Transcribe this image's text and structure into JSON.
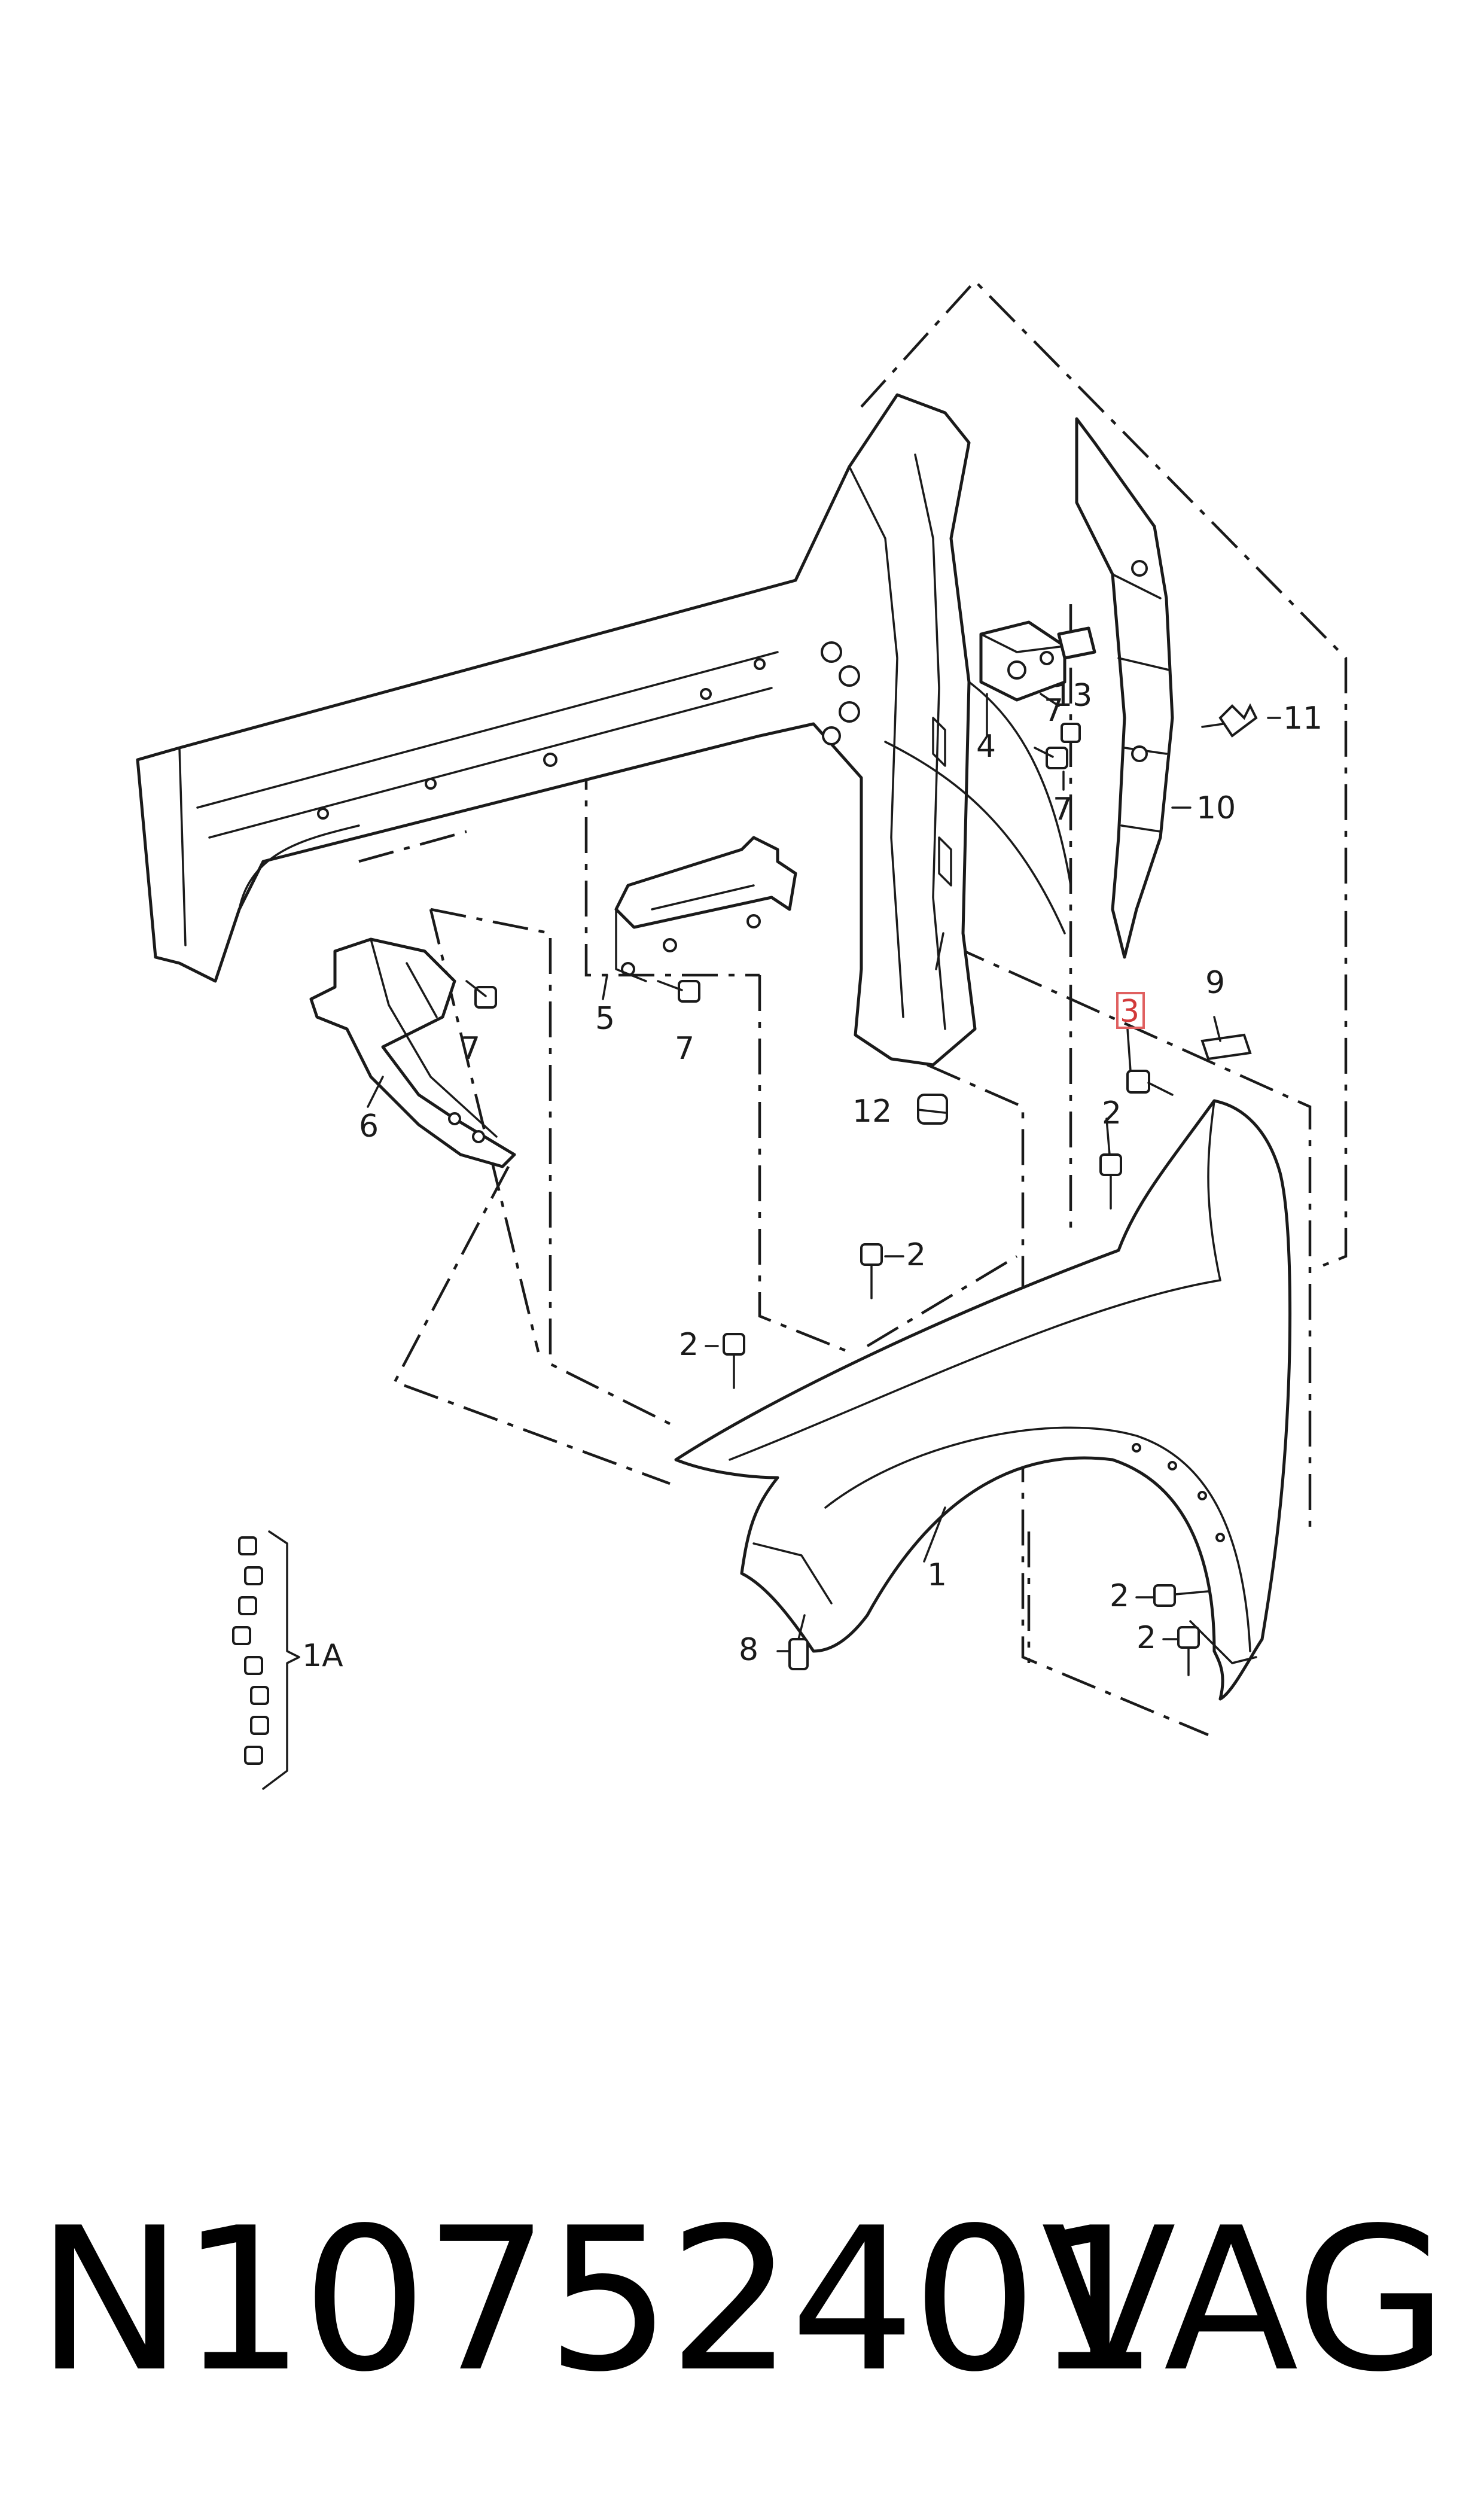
{
  "callouts": {
    "c1": "1",
    "c1a": "1A",
    "c2a": "2",
    "c2b": "2",
    "c2c": "2",
    "c2d": "2",
    "c2e": "2",
    "c3": "3",
    "c4": "4",
    "c5": "5",
    "c6": "6",
    "c7a": "7",
    "c7b": "7",
    "c7c": "7",
    "c7d": "7",
    "c8": "8",
    "c9": "9",
    "c10": "10",
    "c11": "11",
    "c12": "12",
    "c13": "13"
  },
  "highlighted_callout": "3",
  "footer": {
    "part_number": "N10752401",
    "brand": "VAG"
  },
  "colors": {
    "line": "#1a1a1a",
    "highlight": "#e06060",
    "background": "#ffffff"
  }
}
